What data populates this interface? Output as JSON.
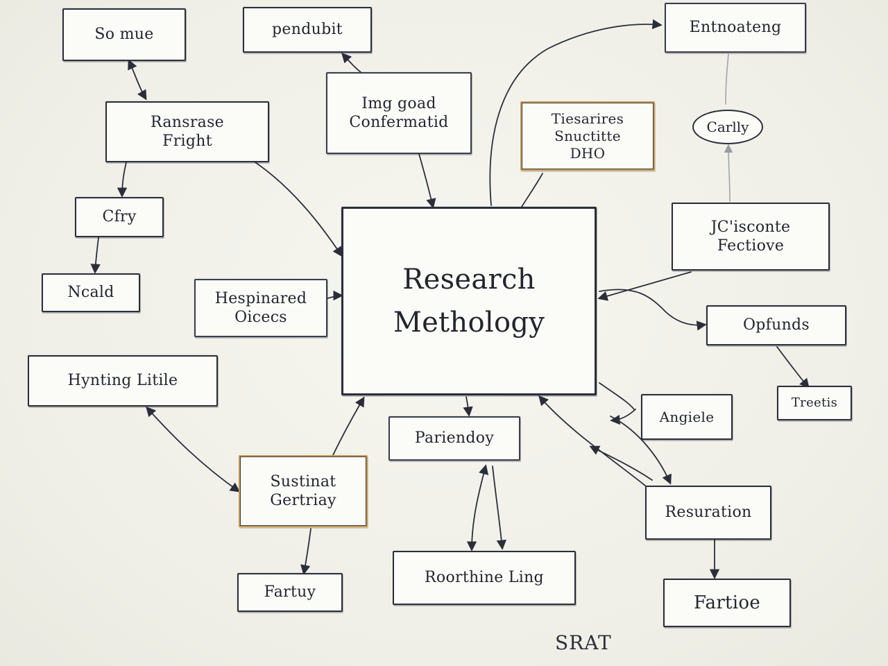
{
  "center": {
    "label": "Research\nMethology"
  },
  "nodes": {
    "so_mue": "So mue",
    "pendubit": "pendubit",
    "entnoateng": "Entnoateng",
    "ransrase_fright": "Ransrase\nFright",
    "img_goad": "Img goad\nConfermatid",
    "tiesarires": "Tiesarires\nSnuctitte\nDHO",
    "carlly": "Carlly",
    "cfry": "Cfry",
    "jcisconte": "JC'isconte\nFectiove",
    "ncald": "Ncald",
    "hespinared": "Hespinared\nOicecs",
    "opfunds": "Opfunds",
    "hynting": "Hynting Litile",
    "treetis": "Treetis",
    "angiele": "Angiele",
    "pariendoy": "Pariendoy",
    "sustinat": "Sustinat\nGertriay",
    "resuration": "Resuration",
    "fartuy": "Fartuy",
    "roorthine": "Roorthine Ling",
    "fartioe": "Fartioe"
  },
  "signature": "SRAT",
  "colors": {
    "ink": "#2b2e3a",
    "accent_border": "#c69a55",
    "paper": "#fbfbf8"
  }
}
